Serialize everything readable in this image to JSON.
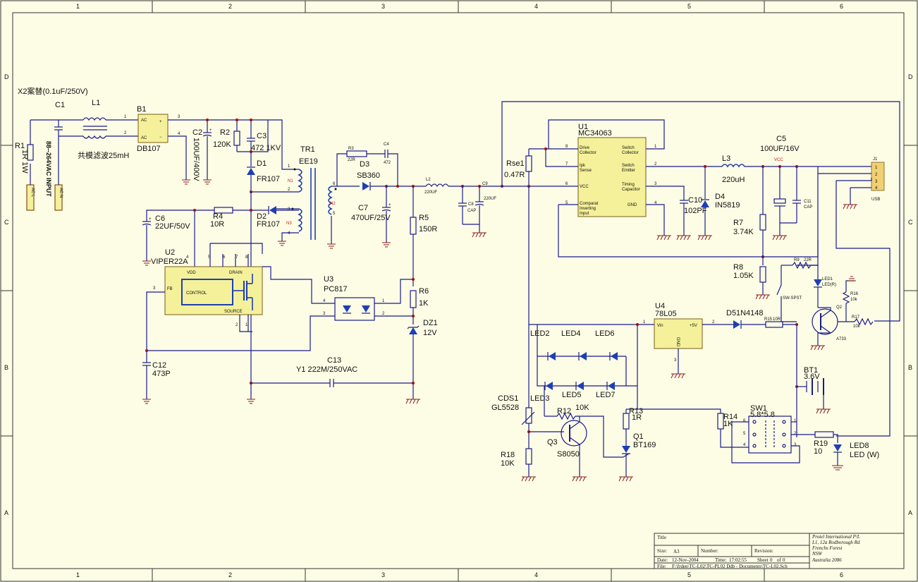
{
  "border": {
    "cols": [
      "1",
      "2",
      "3",
      "4",
      "5",
      "6"
    ],
    "rows": [
      "D",
      "C",
      "B",
      "A"
    ]
  },
  "notes": {
    "x2": "X2案替(0.1uF/250V)"
  },
  "components": {
    "r1": {
      "ref": "R1",
      "val": "1R 1W"
    },
    "c1": {
      "ref": "C1"
    },
    "l1": {
      "ref": "L1",
      "val": "共模滤波25mH"
    },
    "b1": {
      "ref": "B1",
      "val": "DB107",
      "ac1": "AC",
      "ac2": "AC"
    },
    "c2": {
      "ref": "C2",
      "val": "100UF/400V"
    },
    "r2": {
      "ref": "R2",
      "val": "120K"
    },
    "c3": {
      "ref": "C3",
      "val": "472 1KV"
    },
    "d1": {
      "ref": "D1",
      "val": "FR107"
    },
    "tr1": {
      "ref": "TR1",
      "val": "EE19",
      "n1": "N1",
      "n2": "N2",
      "n3": "N3"
    },
    "r3": {
      "ref": "R3",
      "val": "22R"
    },
    "c4": {
      "ref": "C4",
      "val": "472"
    },
    "d3": {
      "ref": "D3",
      "val": "SB360"
    },
    "c7": {
      "ref": "C7",
      "val": "470UF/25V"
    },
    "l2": {
      "ref": "L2",
      "val": "220UF"
    },
    "c8": {
      "ref": "C8",
      "val": "CAP"
    },
    "c9": {
      "ref": "C9",
      "val": "220UF"
    },
    "r5": {
      "ref": "R5",
      "val": "150R"
    },
    "r6": {
      "ref": "R6",
      "val": "1K"
    },
    "dz1": {
      "ref": "DZ1",
      "val": "12V"
    },
    "c6": {
      "ref": "C6",
      "val": "22UF/50V"
    },
    "r4": {
      "ref": "R4",
      "val": "10R"
    },
    "d2": {
      "ref": "D2",
      "val": "FR107"
    },
    "u2": {
      "ref": "U2",
      "val": "VIPER22A",
      "vdd": "VDD",
      "drain": "DRAIN",
      "fb": "FB",
      "control": "CONTROL",
      "source": "SOURCE"
    },
    "u3": {
      "ref": "U3",
      "val": "PC817"
    },
    "c12": {
      "ref": "C12",
      "val": "473P"
    },
    "c13": {
      "ref": "C13",
      "val": "Y1 222M/250VAC"
    },
    "rse1": {
      "ref": "Rse1",
      "val": "0.47R"
    },
    "u1": {
      "ref": "U1",
      "val": "MC34063",
      "p1a": "Drive",
      "p1b": "Collector",
      "p2a": "Ipk",
      "p2b": "Sense",
      "p3": "VCC",
      "p4a": "Comparat",
      "p4b": "Inverting",
      "p4c": "Input",
      "p5a": "Switch",
      "p5b": "Collector",
      "p6a": "Switch",
      "p6b": "Emitter",
      "p7a": "Timing",
      "p7b": "Capacitor",
      "p8": "GND"
    },
    "c10": {
      "ref": "C10",
      "val": "102PF"
    },
    "d4": {
      "ref": "D4",
      "val": "IN5819"
    },
    "l3": {
      "ref": "L3",
      "val": "220uH"
    },
    "c5": {
      "ref": "C5",
      "val": "100UF/16V",
      "vcc": "VCC"
    },
    "c11": {
      "ref": "C11",
      "val": "CAP"
    },
    "j1": {
      "ref": "J1",
      "val": "USB"
    },
    "r7": {
      "ref": "R7",
      "val": "3.74K"
    },
    "r8": {
      "ref": "R8",
      "val": "1.05K"
    },
    "r9": {
      "ref": "R9",
      "val": "22R"
    },
    "led1": {
      "ref": "LED1",
      "val": "LED(R)"
    },
    "r16": {
      "ref": "R16",
      "val": "10k"
    },
    "sw": {
      "val": "SW-SPST"
    },
    "q2": {
      "ref": "Q2",
      "val": "A733"
    },
    "r17": {
      "ref": "R17",
      "val": "10k"
    },
    "u4": {
      "ref": "U4",
      "val": "78L05",
      "vin": "Vin",
      "out": "+5V",
      "gnd": "GND"
    },
    "d5": {
      "ref": "D5",
      "val": "1N4148"
    },
    "r15": {
      "ref": "R15",
      "val": "10R"
    },
    "bt1": {
      "ref": "BT1",
      "val": "3.6V"
    },
    "leds": {
      "led2": "LED2",
      "led3": "LED3",
      "led4": "LED4",
      "led5": "LED5",
      "led6": "LED6",
      "led7": "LED7"
    },
    "cds1": {
      "ref": "CDS1",
      "val": "GL5528"
    },
    "r12": {
      "ref": "R12",
      "val": "10K"
    },
    "q3": {
      "ref": "Q3",
      "val": "S8050"
    },
    "r18": {
      "ref": "R18",
      "val": "10K"
    },
    "r13": {
      "ref": "R13",
      "val": "1R"
    },
    "q1": {
      "ref": "Q1",
      "val": "BT169"
    },
    "r14": {
      "ref": "R14",
      "val": "1K"
    },
    "sw1": {
      "ref": "SW1",
      "val": "5.8*5.8"
    },
    "r19": {
      "ref": "R19",
      "val": "10"
    },
    "led8": {
      "ref": "LED8",
      "val": "LED (W)"
    }
  },
  "connectors": {
    "acl": "AC L",
    "acn": "AC N",
    "input": "88--264VAC INPUT"
  },
  "title_block": {
    "title_label": "Title",
    "size_label": "Size:",
    "size": "A3",
    "number_label": "Number:",
    "revision_label": "Revision:",
    "date_label": "Date:",
    "date": "12-Nov-2004",
    "time_label": "Time:",
    "time": "17:02:55",
    "sheet_label": "Sheet",
    "sheet": "0",
    "of_label": "of",
    "of": "0",
    "file_label": "File:",
    "file": "F:\\frden\\TC-L02\\TC-PL02 Ddb - Documents\\TC-L02.Sch",
    "company": [
      "Protel International P/L",
      "L1, 12a Rodborough Rd",
      "Frenchs Forest",
      "NSW",
      "Australia 2086"
    ]
  }
}
